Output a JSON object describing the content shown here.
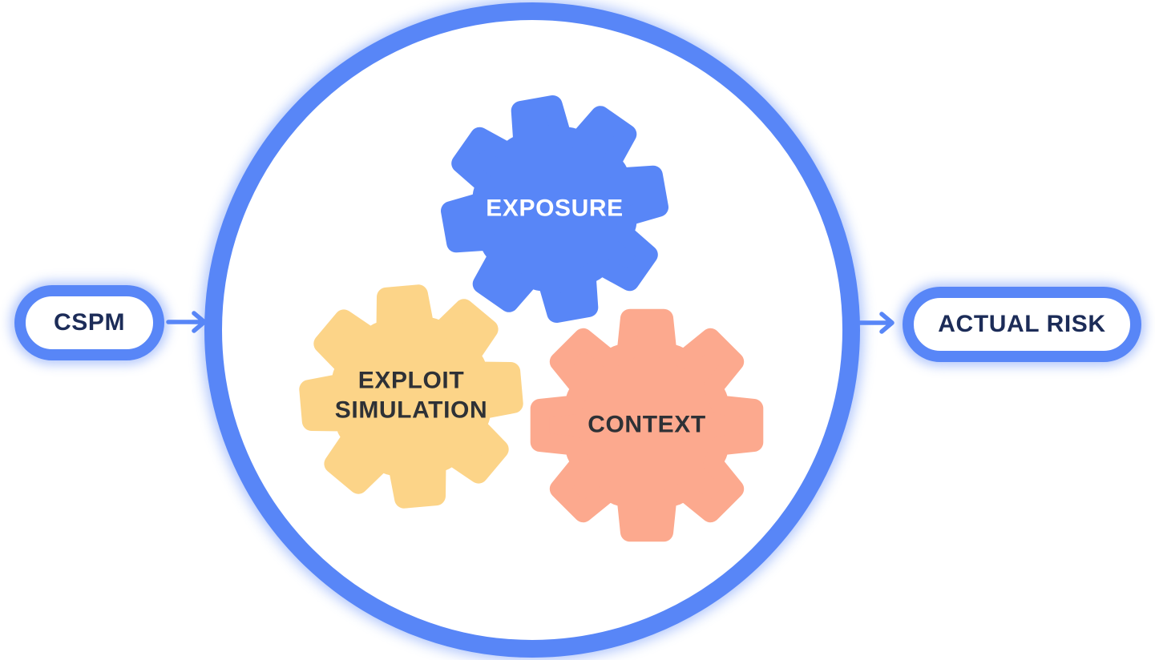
{
  "diagram": {
    "left_node": {
      "label": "CSPM"
    },
    "right_node": {
      "label": "ACTUAL RISK"
    },
    "gears": [
      {
        "id": "exposure",
        "label": "EXPOSURE",
        "color": "#5886f7",
        "text_color": "#ffffff"
      },
      {
        "id": "exploit-simulation",
        "label": "EXPLOIT SIMULATION",
        "color": "#fcd488",
        "text_color": "#2e3136"
      },
      {
        "id": "context",
        "label": "CONTEXT",
        "color": "#fca98e",
        "text_color": "#2e3136"
      }
    ],
    "icons": {
      "flow_arrow": "→"
    },
    "colors": {
      "accent_blue": "#5886f7",
      "gear_yellow": "#fcd488",
      "gear_salmon": "#fca98e",
      "node_text_navy": "#1c2c58",
      "gear_text_dark": "#2e3136",
      "circle_fill": "#ffffff",
      "background": "#ffffff"
    }
  }
}
